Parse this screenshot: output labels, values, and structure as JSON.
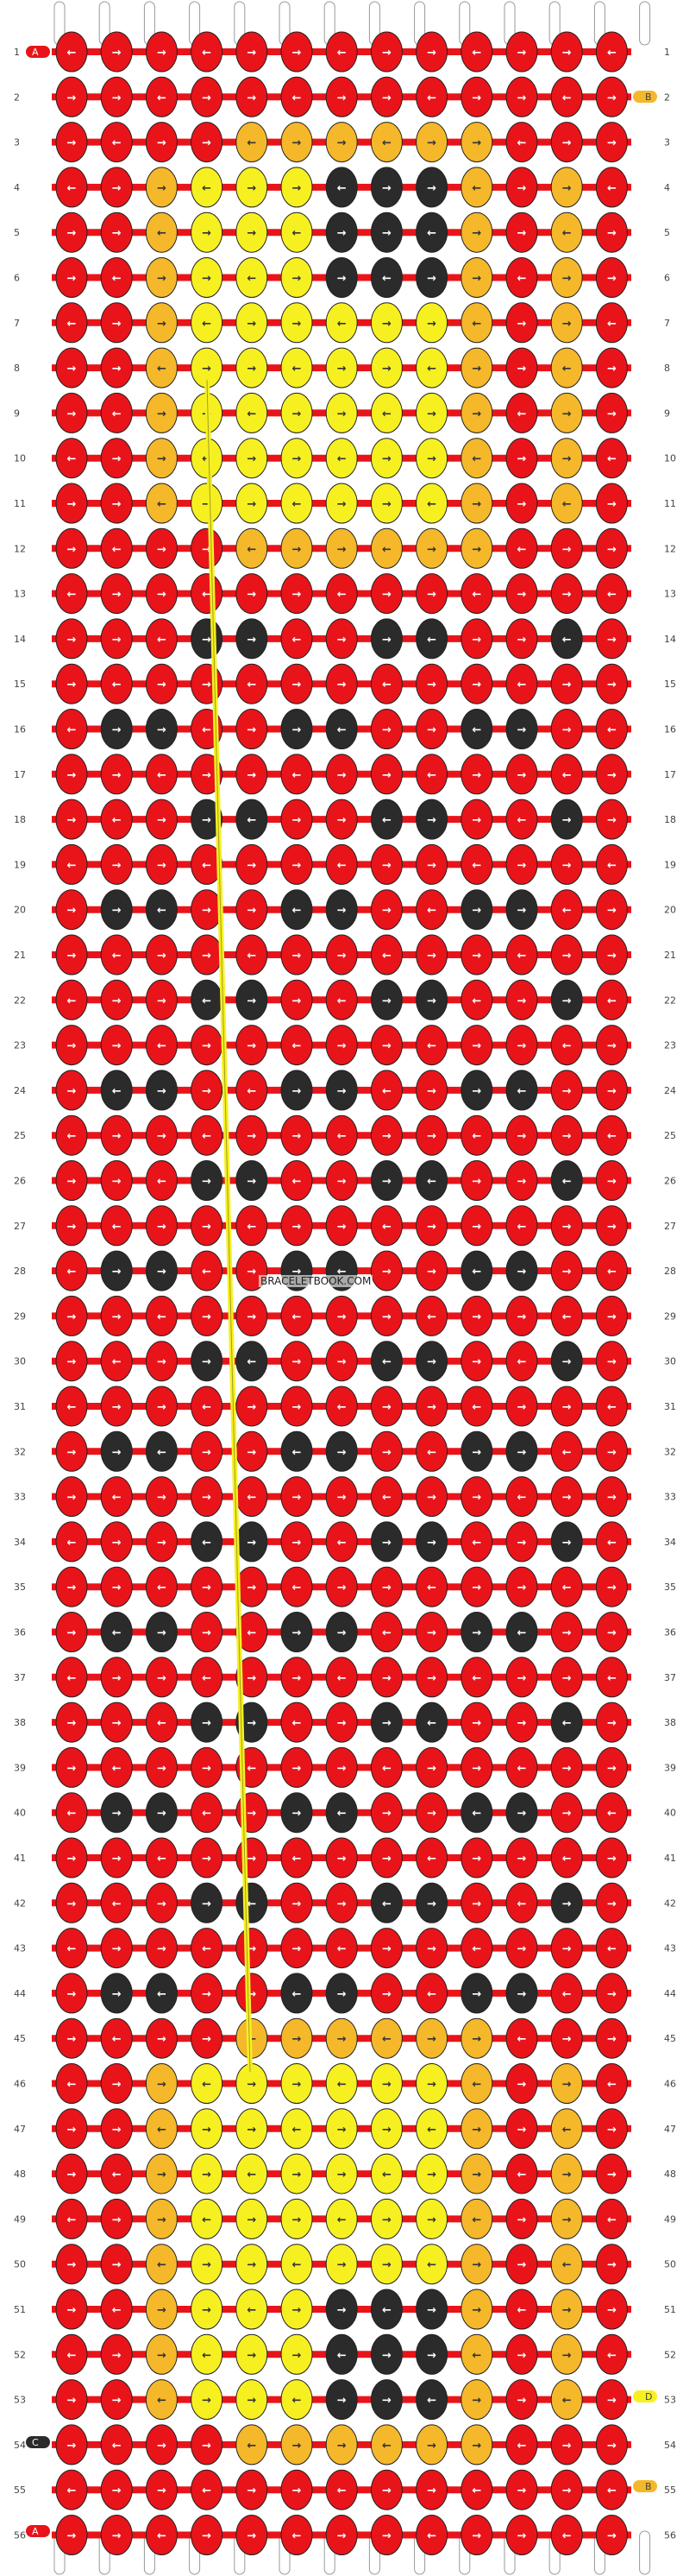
{
  "site": {
    "watermark": "BRACELETBOOK.COM"
  },
  "pattern": {
    "columns": 13,
    "rows": 56,
    "string_labels_left": [
      "A",
      "C",
      "A"
    ],
    "string_labels_right": [
      "B",
      "D",
      "B"
    ],
    "colors": {
      "red": "#e8141a",
      "yellow": "#f7f021",
      "orange": "#f5b82a",
      "black": "#2b2b2b"
    }
  }
}
